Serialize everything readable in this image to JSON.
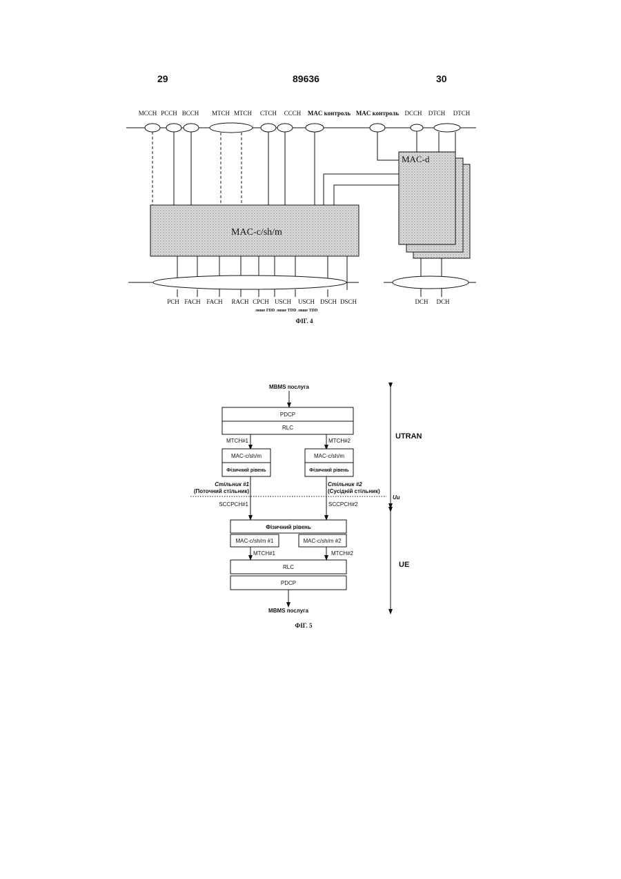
{
  "header": {
    "page_left": "29",
    "doc_number": "89636",
    "page_right": "30"
  },
  "fig4": {
    "top_channels": [
      "MCCH",
      "PCCH",
      "BCCH",
      "MTCH",
      "MTCH",
      "CTCH",
      "CCCH",
      "MAC контроль",
      "MAC контроль",
      "DCCH",
      "DTCH",
      "DTCH"
    ],
    "mac_d_label": "MAC-d",
    "mac_csh_label": "MAC-c/sh/m",
    "bottom_channels": [
      "PCH",
      "FACH",
      "FACH",
      "RACH",
      "CPCH",
      "USCH",
      "USCH",
      "DSCH",
      "DSCH"
    ],
    "dedicated_channels": [
      "DCH",
      "DCH"
    ],
    "mode_notes": [
      "лише FDD",
      "лише TDD",
      "лише TDD"
    ],
    "caption": "ФІГ. 4"
  },
  "fig5": {
    "input_label": "MBMS послуга",
    "pdcp_top": "PDCP",
    "rlc_top": "RLC",
    "mtch1": "MTCH#1",
    "mtch2": "MTCH#2",
    "mac_left": "MAC-c/sh/m",
    "mac_right": "MAC-c/sh/m",
    "phy_left": "Фізичний рівень",
    "phy_right": "Фізичний рівень",
    "cell1_line1": "Стільник #1",
    "cell1_line2": "(Поточний стільник)",
    "cell2_line1": "Стільник #2",
    "cell2_line2": "(Сусідній стільник)",
    "uu_label": "Uu",
    "sccpch1": "SCCPCH#1",
    "sccpch2": "SCCPCH#2",
    "phy_ue": "Фізичний рівень",
    "mac_ue1": "MAC-c/sh/m #1",
    "mac_ue2": "MAC-c/sh/m #2",
    "mtch1_ue": "MTCH#1",
    "mtch2_ue": "MTCH#2",
    "rlc_ue": "RLC",
    "pdcp_ue": "PDCP",
    "output_label": "MBMS послуга",
    "utran_label": "UTRAN",
    "ue_label": "UE",
    "caption": "ФІГ. 5"
  }
}
